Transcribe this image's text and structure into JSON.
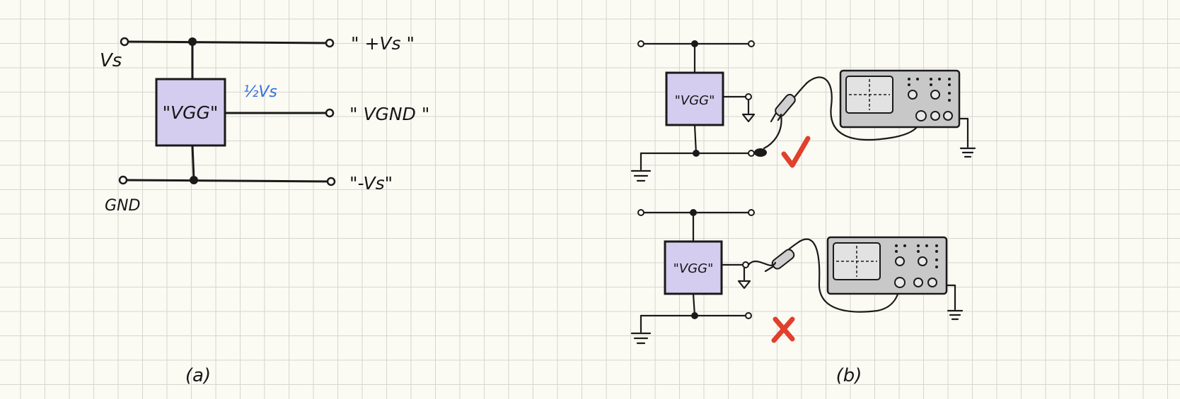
{
  "panel_a": {
    "vs_label": "Vs",
    "gnd_label": "GND",
    "box_label": "\"VGG\"",
    "mid_label": "½Vs",
    "out_pos": "\" +Vs \"",
    "out_mid": "\" VGND \"",
    "out_neg": "\"-Vs\"",
    "caption": "(a)"
  },
  "panel_b": {
    "box_label_top": "\"VGG\"",
    "box_label_bottom": "\"VGG\"",
    "caption": "(b)",
    "top_mark": "check",
    "bottom_mark": "cross"
  },
  "colors": {
    "ink": "#1a1a1a",
    "box_fill": "#d4cdef",
    "half_vs_blue": "#2f6fe0",
    "mark_red": "#e0402c",
    "paper": "#fbfaf3",
    "grid": "#d6d6d2"
  }
}
